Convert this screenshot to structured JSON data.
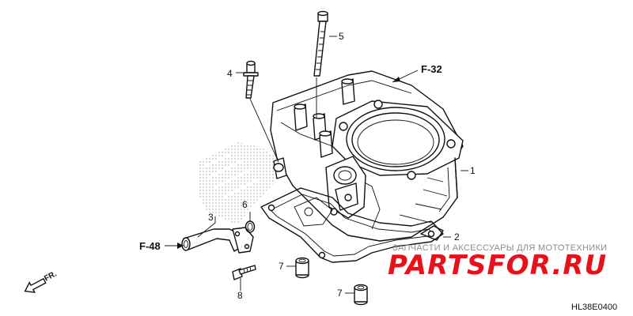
{
  "diagram": {
    "code": "HL38E0400",
    "direction_label": "FR.",
    "parts": [
      {
        "num": "1"
      },
      {
        "num": "2"
      },
      {
        "num": "3"
      },
      {
        "num": "4"
      },
      {
        "num": "5"
      },
      {
        "num": "6"
      },
      {
        "num": "7"
      },
      {
        "num": "7"
      },
      {
        "num": "8"
      }
    ],
    "references": [
      {
        "label": "F-32"
      },
      {
        "label": "F-48"
      }
    ]
  },
  "watermark": {
    "tagline": "ЗАПЧАСТИ И АКСЕССУАРЫ ДЛЯ МОТОТЕХНИКИ",
    "brand": "PARTSFOR.RU",
    "color": "#e8101a"
  }
}
